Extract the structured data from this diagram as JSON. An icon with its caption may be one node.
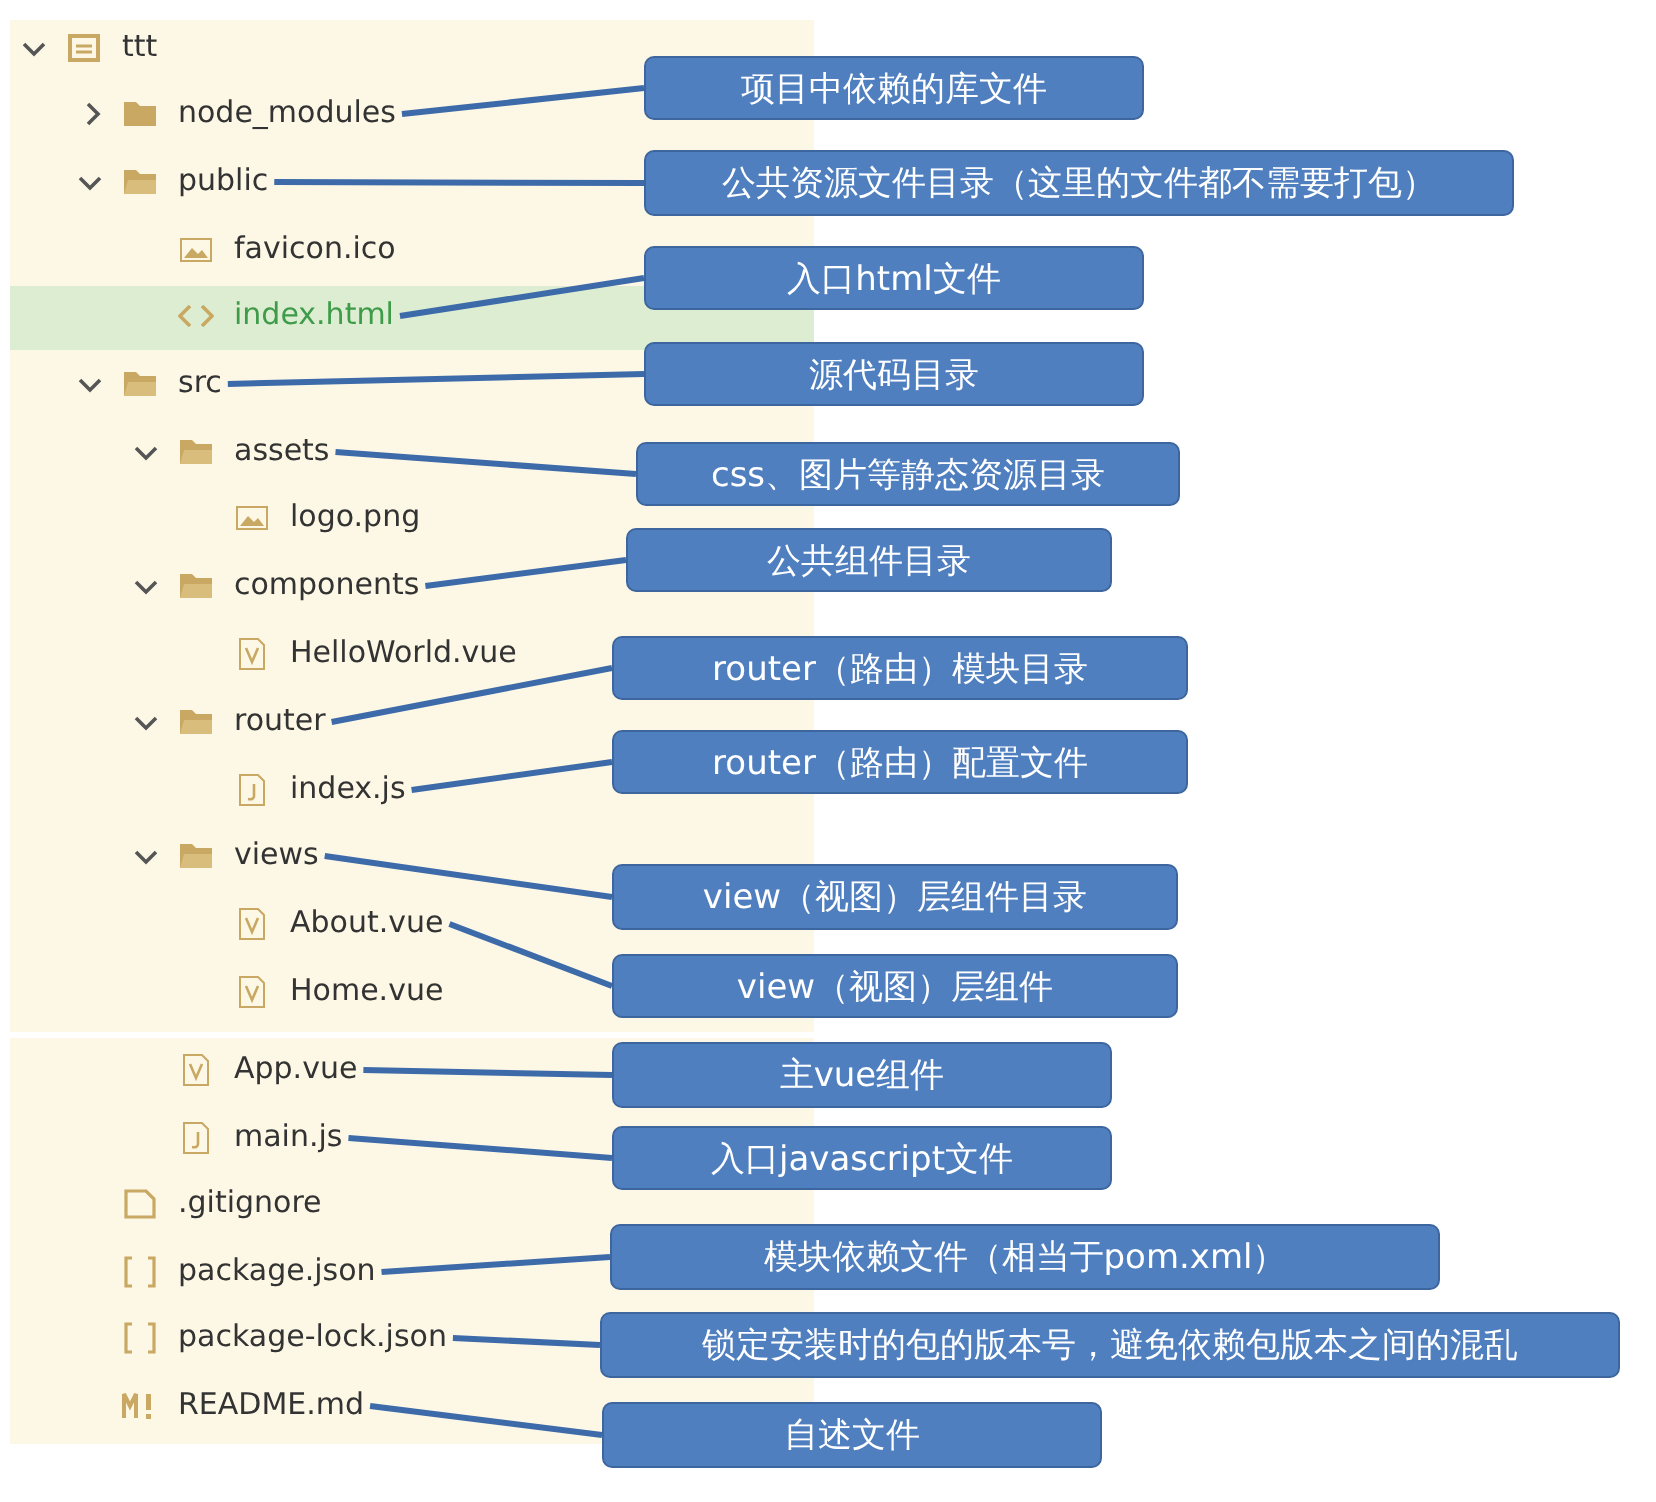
{
  "diagram": {
    "nodes": [
      {
        "text": [
          "node_modules"
        ]
      },
      {
        "text": [
          "项目中依赖的库文件"
        ]
      },
      {
        "text": [
          "public"
        ]
      },
      {
        "text": [
          "公共资源文件目录（这里的文件都不需要打包）"
        ]
      },
      {
        "text": [
          "index.html"
        ]
      },
      {
        "text": [
          "入口html文件"
        ]
      },
      {
        "text": [
          "src"
        ]
      },
      {
        "text": [
          "源代码目录"
        ]
      },
      {
        "text": [
          "assets"
        ]
      },
      {
        "text": [
          "css、图片等静态资源目录"
        ]
      },
      {
        "text": [
          "components"
        ]
      },
      {
        "text": [
          "公共组件目录"
        ]
      },
      {
        "text": [
          "router"
        ]
      },
      {
        "text": [
          "router（路由）模块目录"
        ]
      },
      {
        "text": [
          "index.js"
        ]
      },
      {
        "text": [
          "router（路由）配置文件"
        ]
      },
      {
        "text": [
          "views"
        ]
      },
      {
        "text": [
          "view（视图）层组件目录"
        ]
      },
      {
        "text": [
          "About.vue"
        ]
      },
      {
        "text": [
          "view（视图）层组件"
        ]
      },
      {
        "text": [
          "App.vue"
        ]
      },
      {
        "text": [
          "主vue组件"
        ]
      },
      {
        "text": [
          "main.js"
        ]
      },
      {
        "text": [
          "入口javascript文件"
        ]
      },
      {
        "text": [
          "package.json"
        ]
      },
      {
        "text": [
          "模块依赖文件（相当于pom.xml）"
        ]
      },
      {
        "text": [
          "package-lock.json"
        ]
      },
      {
        "text": [
          "锁定安装时的包的版本号，避免依赖包版本之间的混乱"
        ]
      },
      {
        "text": [
          "README.md"
        ]
      },
      {
        "text": [
          "自述文件"
        ]
      }
    ],
    "edges": [
      {
        "from": 1,
        "to": 0,
        "arrow": "none"
      },
      {
        "from": 3,
        "to": 2,
        "arrow": "none"
      },
      {
        "from": 5,
        "to": 4,
        "arrow": "none"
      },
      {
        "from": 7,
        "to": 6,
        "arrow": "none"
      },
      {
        "from": 9,
        "to": 8,
        "arrow": "none"
      },
      {
        "from": 11,
        "to": 10,
        "arrow": "none"
      },
      {
        "from": 13,
        "to": 12,
        "arrow": "none"
      },
      {
        "from": 15,
        "to": 14,
        "arrow": "none"
      },
      {
        "from": 17,
        "to": 16,
        "arrow": "none"
      },
      {
        "from": 19,
        "to": 18,
        "arrow": "none"
      },
      {
        "from": 21,
        "to": 20,
        "arrow": "none"
      },
      {
        "from": 23,
        "to": 22,
        "arrow": "none"
      },
      {
        "from": 25,
        "to": 24,
        "arrow": "none"
      },
      {
        "from": 27,
        "to": 26,
        "arrow": "none"
      },
      {
        "from": 29,
        "to": 28,
        "arrow": "none"
      }
    ],
    "labels": [
      "ttt",
      "favicon.ico",
      "logo.png",
      "HelloWorld.vue",
      "Home.vue",
      ".gitignore"
    ]
  }
}
